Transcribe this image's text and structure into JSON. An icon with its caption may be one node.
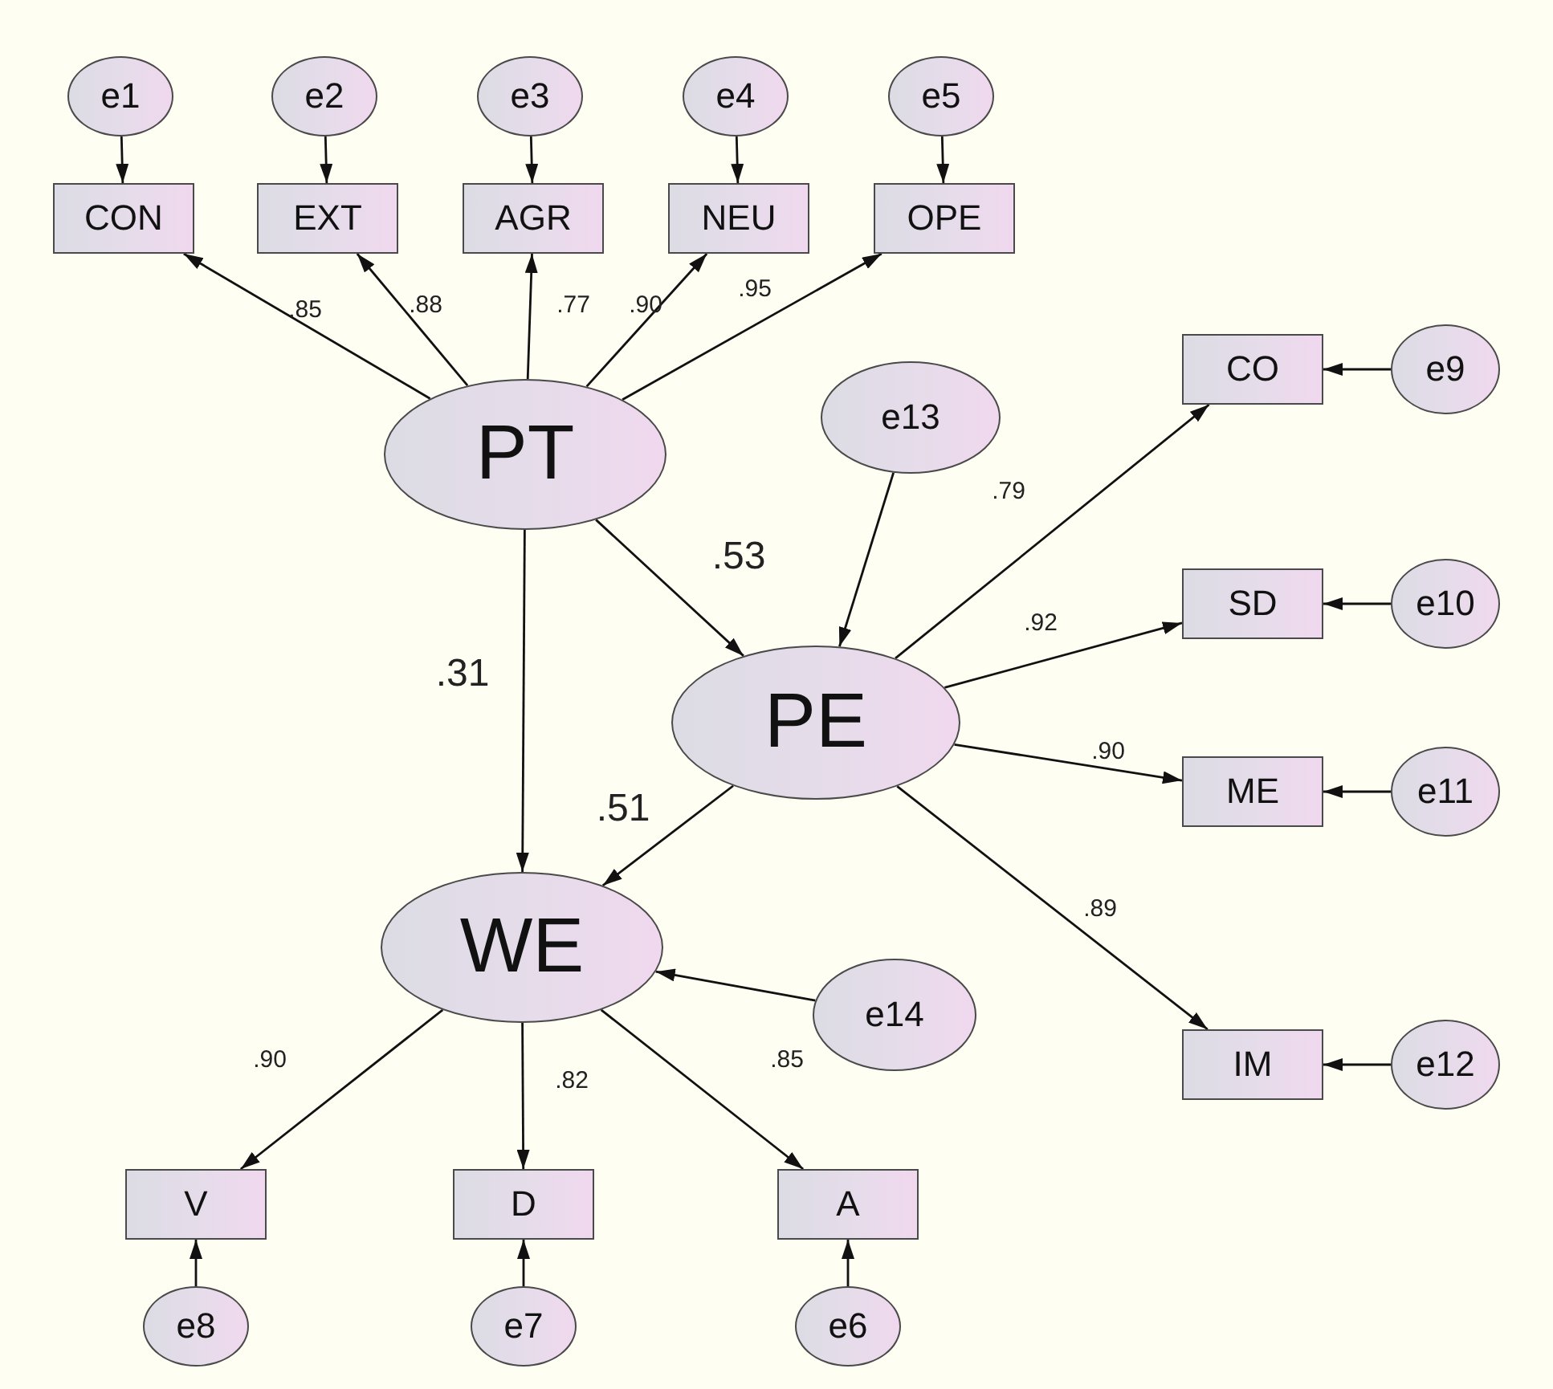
{
  "diagram": {
    "nodes": [
      {
        "text": [
          "e1"
        ]
      },
      {
        "text": [
          "e2"
        ]
      },
      {
        "text": [
          "e3"
        ]
      },
      {
        "text": [
          "e4"
        ]
      },
      {
        "text": [
          "e5"
        ]
      },
      {
        "text": [
          "CON"
        ]
      },
      {
        "text": [
          "EXT"
        ]
      },
      {
        "text": [
          "AGR"
        ]
      },
      {
        "text": [
          "NEU"
        ]
      },
      {
        "text": [
          "OPE"
        ]
      },
      {
        "text": [
          "PT"
        ]
      },
      {
        "text": [
          "e13"
        ]
      },
      {
        "text": [
          "CO"
        ]
      },
      {
        "text": [
          "e9"
        ]
      },
      {
        "text": [
          "PE"
        ]
      },
      {
        "text": [
          "SD"
        ]
      },
      {
        "text": [
          "e10"
        ]
      },
      {
        "text": [
          "ME"
        ]
      },
      {
        "text": [
          "e11"
        ]
      },
      {
        "text": [
          "WE"
        ]
      },
      {
        "text": [
          "e14"
        ]
      },
      {
        "text": [
          "IM"
        ]
      },
      {
        "text": [
          "e12"
        ]
      },
      {
        "text": [
          "V"
        ]
      },
      {
        "text": [
          "D"
        ]
      },
      {
        "text": [
          "A"
        ]
      },
      {
        "text": [
          "e8"
        ]
      },
      {
        "text": [
          "e7"
        ]
      },
      {
        "text": [
          "e6"
        ]
      }
    ],
    "edges": [
      {
        "from": 0,
        "to": 5,
        "arrow": "to"
      },
      {
        "from": 1,
        "to": 6,
        "arrow": "to"
      },
      {
        "from": 2,
        "to": 7,
        "arrow": "to"
      },
      {
        "from": 3,
        "to": 8,
        "arrow": "to"
      },
      {
        "from": 4,
        "to": 9,
        "arrow": "to"
      },
      {
        "from": 10,
        "to": 5,
        "arrow": "to",
        "label": ".85"
      },
      {
        "from": 10,
        "to": 6,
        "arrow": "to",
        "label": ".88"
      },
      {
        "from": 10,
        "to": 7,
        "arrow": "to",
        "label": ".77"
      },
      {
        "from": 10,
        "to": 8,
        "arrow": "to",
        "label": ".90"
      },
      {
        "from": 10,
        "to": 9,
        "arrow": "to",
        "label": ".95"
      },
      {
        "from": 13,
        "to": 12,
        "arrow": "to"
      },
      {
        "from": 16,
        "to": 15,
        "arrow": "to"
      },
      {
        "from": 18,
        "to": 17,
        "arrow": "to"
      },
      {
        "from": 22,
        "to": 21,
        "arrow": "to"
      },
      {
        "from": 10,
        "to": 14,
        "arrow": "to",
        "label": ".53"
      },
      {
        "from": 11,
        "to": 14,
        "arrow": "to"
      },
      {
        "from": 14,
        "to": 12,
        "arrow": "to",
        "label": ".79"
      },
      {
        "from": 14,
        "to": 15,
        "arrow": "to",
        "label": ".92"
      },
      {
        "from": 14,
        "to": 17,
        "arrow": "to",
        "label": ".90"
      },
      {
        "from": 10,
        "to": 19,
        "arrow": "to",
        "label": ".31"
      },
      {
        "from": 14,
        "to": 19,
        "arrow": "to",
        "label": ".51"
      },
      {
        "from": 14,
        "to": 21,
        "arrow": "to",
        "label": ".89"
      },
      {
        "from": 20,
        "to": 19,
        "arrow": "to"
      },
      {
        "from": 19,
        "to": 23,
        "arrow": "to",
        "label": ".90"
      },
      {
        "from": 19,
        "to": 24,
        "arrow": "to",
        "label": ".82"
      },
      {
        "from": 19,
        "to": 25,
        "arrow": "to",
        "label": ".85"
      },
      {
        "from": 26,
        "to": 23,
        "arrow": "to"
      },
      {
        "from": 27,
        "to": 24,
        "arrow": "to"
      },
      {
        "from": 28,
        "to": 25,
        "arrow": "to"
      }
    ]
  }
}
